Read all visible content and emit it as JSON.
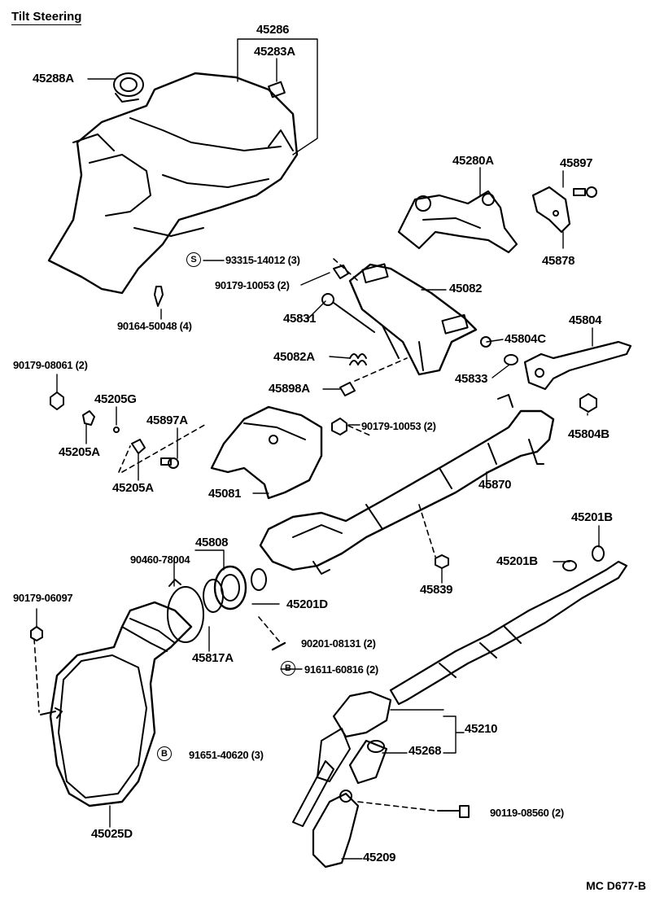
{
  "title": "Tilt Steering",
  "drawing_code": "MC D677-B",
  "labels": {
    "p45286": "45286",
    "p45283A": "45283A",
    "p45288A": "45288A",
    "p45280A": "45280A",
    "p45897": "45897",
    "p45878": "45878",
    "p93315": "93315-14012 (3)",
    "p90179_10053a": "90179-10053 (2)",
    "p45082": "45082",
    "p45831": "45831",
    "p90164": "90164-50048 (4)",
    "p45804": "45804",
    "p45804C": "45804C",
    "p45082A": "45082A",
    "p45833": "45833",
    "p90179_08061": "90179-08061 (2)",
    "p45898A": "45898A",
    "p45205G": "45205G",
    "p45804B": "45804B",
    "p45897A": "45897A",
    "p90179_10053b": "90179-10053 (2)",
    "p45205A_1": "45205A",
    "p45205A_2": "45205A",
    "p45870": "45870",
    "p45081": "45081",
    "p45201B_1": "45201B",
    "p45808": "45808",
    "p90460": "90460-78004",
    "p45201B_2": "45201B",
    "p90179_06097": "90179-06097",
    "p45201D": "45201D",
    "p45839": "45839",
    "p45817A": "45817A",
    "p90201": "90201-08131 (2)",
    "p91611": "91611-60816 (2)",
    "p45210": "45210",
    "p45268": "45268",
    "p91651": "91651-40620 (3)",
    "p90119": "90119-08560 (2)",
    "p45025D": "45025D",
    "p45209": "45209"
  },
  "markers": {
    "s": "S",
    "b": "B"
  }
}
